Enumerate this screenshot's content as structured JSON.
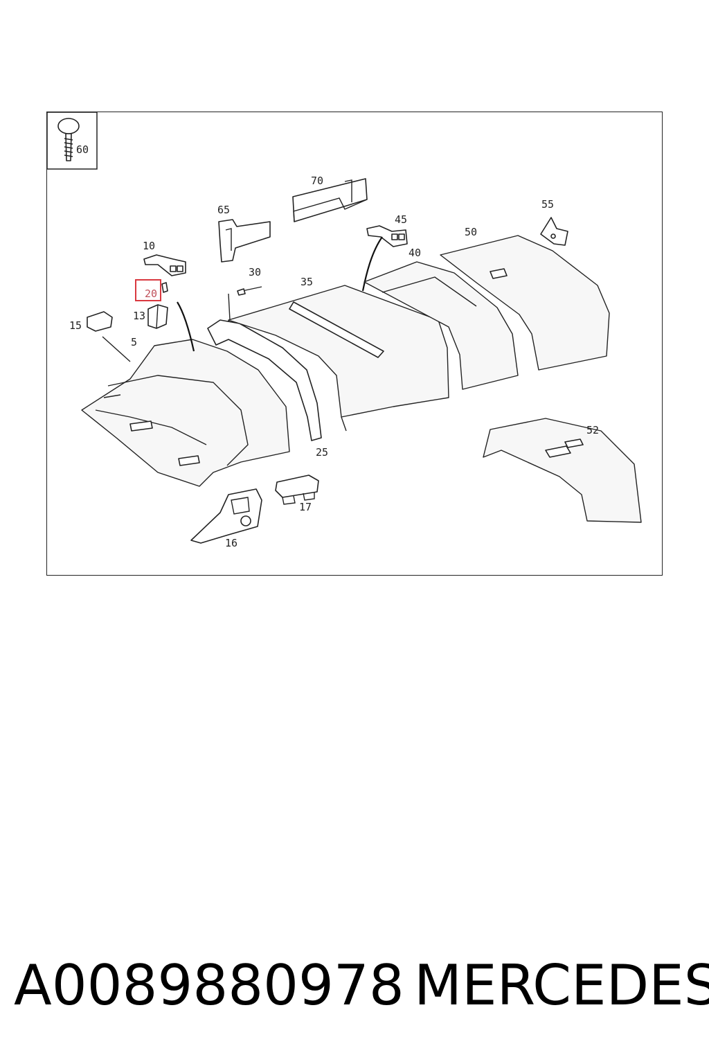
{
  "diagram": {
    "labels": {
      "l60": "60",
      "l70": "70",
      "l65": "65",
      "l45": "45",
      "l55": "55",
      "l50": "50",
      "l40": "40",
      "l10": "10",
      "l30": "30",
      "l35": "35",
      "l20": "20",
      "l13": "13",
      "l15": "15",
      "l5": "5",
      "l25": "25",
      "l52": "52",
      "l17": "17",
      "l16": "16"
    },
    "highlight_color": "#d9383f"
  },
  "footer": {
    "part_number": "A0089880978",
    "brand": "MERCEDES"
  }
}
